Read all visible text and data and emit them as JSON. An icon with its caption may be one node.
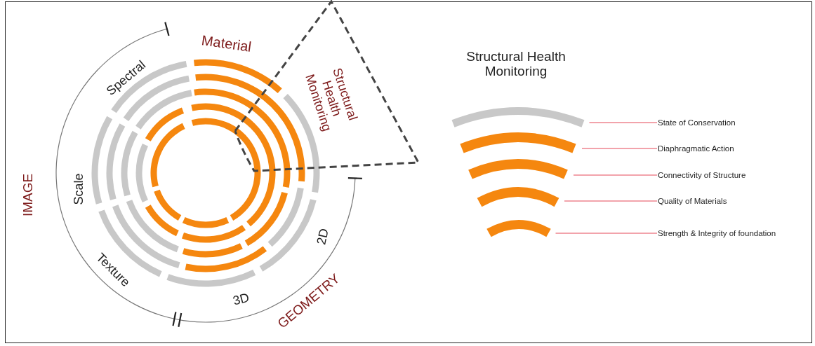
{
  "diagram": {
    "nodes": [
      {
        "text": [],
        "shape": "arc"
      },
      {
        "text": [
          "State of Conservation"
        ]
      },
      {
        "text": [],
        "shape": "arc"
      },
      {
        "text": [
          "Diaphragmatic Action"
        ]
      },
      {
        "text": [],
        "shape": "arc"
      },
      {
        "text": [
          "Connectivity of Structure"
        ]
      },
      {
        "text": [],
        "shape": "arc"
      },
      {
        "text": [
          "Quality of Materials"
        ]
      },
      {
        "text": [],
        "shape": "arc"
      },
      {
        "text": [
          "Strength & Integrity of foundation"
        ]
      }
    ],
    "edges": [
      {
        "from": 0,
        "to": 1,
        "arrow": "none"
      },
      {
        "from": 2,
        "to": 3,
        "arrow": "none"
      },
      {
        "from": 4,
        "to": 5,
        "arrow": "none"
      },
      {
        "from": 6,
        "to": 7,
        "arrow": "none"
      },
      {
        "from": 8,
        "to": 9,
        "arrow": "none"
      }
    ],
    "labels": [
      "Material",
      "Spectral",
      "Structural Health Monitoring",
      "Structural Health Monitoring",
      "IMAGE",
      "Scale",
      "2D",
      "Texture",
      "3D",
      "GEOMETRY"
    ]
  }
}
